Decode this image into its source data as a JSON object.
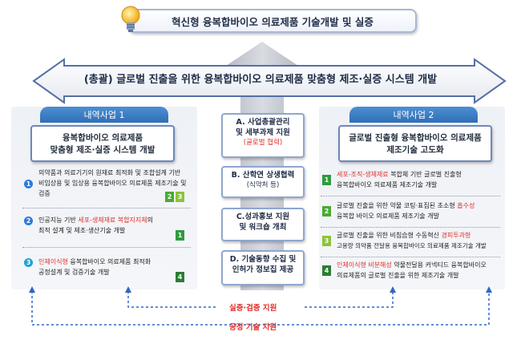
{
  "top_banner": {
    "title": "혁신형 융복합바이오 의료제품 기술개발 및 실증"
  },
  "main_arrow": {
    "title": "(총괄) 글로벌 진출을 위한 융복합바이오 의료제품 맞춤형 제조·실증 시스템 개발"
  },
  "center": {
    "boxes": [
      {
        "line1": "A. 사업총괄관리",
        "line2": "및 세부과제 지원",
        "line3": "(글로벌 협력)"
      },
      {
        "line1": "B. 산학연 상생협력",
        "line2": "(식약처 등)"
      },
      {
        "line1": "C.성과홍보 지원",
        "line2": "및 워크숍 개최"
      },
      {
        "line1": "D. 기술동향 수집 및",
        "line2": "인허가 정보집 제공"
      }
    ]
  },
  "left": {
    "header": "내역사업 1",
    "title_line1": "융복합바이오 의료제품",
    "title_line2": "맞춤형 제조·실증 시스템 개발",
    "items": [
      {
        "num": "1",
        "lines": [
          "의약품과 의료기기의 원재료 최적화 및 조합설계 기반",
          "비임상용 및 임상용 융복합바이오 의료제품 제조기술 및",
          "검증"
        ],
        "tags": [
          "2",
          "3"
        ]
      },
      {
        "num": "2",
        "pre": "인공지능 기반 ",
        "red": "세포-생체재료 복합지지체",
        "post": "의",
        "line2": "최적 설계 및 제조·생산기술 개발",
        "tags": [
          "1"
        ]
      },
      {
        "num": "3",
        "red": "인체이식형",
        "post": " 융복합바이오 의료제품 최적화",
        "line2": "공정설계 및 검증기술 개발",
        "tags": [
          "4"
        ]
      }
    ]
  },
  "right": {
    "header": "내역사업 2",
    "title_line1": "글로벌 진출형 융복합바이오 의료제품",
    "title_line2": "제조기술 고도화",
    "items": [
      {
        "num": "1",
        "red": "세포-조직-생체재료",
        "post": " 복합체 기반 글로벌 진출형",
        "line2": "융복합바이오 의료제품 제조기술 개발"
      },
      {
        "num": "2",
        "pre": "글로벌 진출을 위한 약물 코팅·표집된 초소형 ",
        "red": "흡수성",
        "line2": "융복합 바이오 의료제품 제조기술 개발"
      },
      {
        "num": "3",
        "pre": "글로벌 진출을 위한 비침습형 수동혁신 ",
        "red": "경피투과형",
        "line2": "고용량 의약품 전달용 융복합바이오 의료제품 제조기술 개발"
      },
      {
        "num": "4",
        "red": "인체이식형 비분해성",
        "post": " 약물전달용 커넥티드 융복합바이오",
        "line2": "의료제품의 글로벌 진출을 위한 제조기술 개발"
      }
    ]
  },
  "bottom": {
    "label1": "실증·검증 지원",
    "label2": "공정 기술 지원"
  },
  "colors": {
    "accent_blue": "#2e67c5",
    "accent_red": "#e0302a"
  }
}
